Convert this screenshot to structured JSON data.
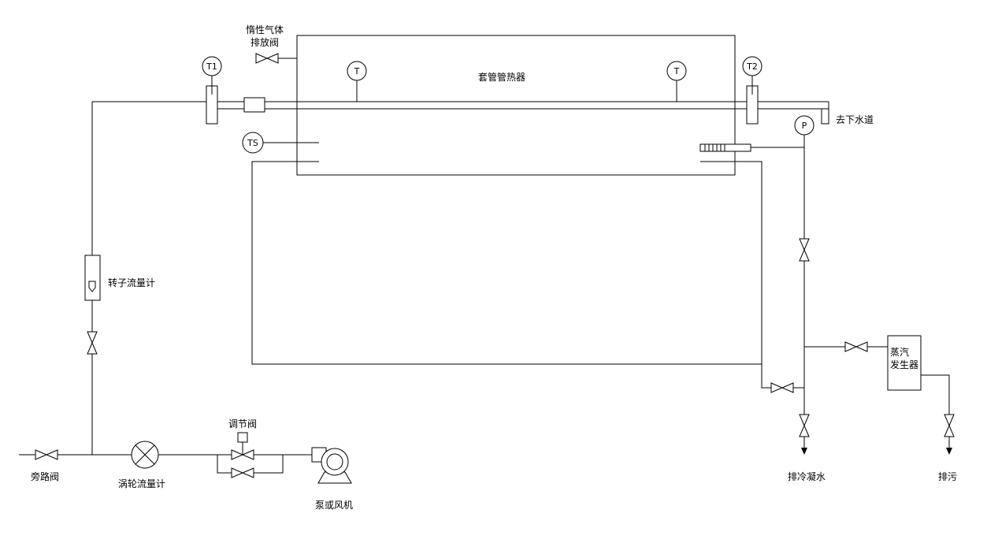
{
  "labels": {
    "inert_gas_valve_line1": "惰性气体",
    "inert_gas_valve_line2": "排放阀",
    "heat_exchanger": "套管管热器",
    "to_sewer": "去下水道",
    "rotameter": "转子流量计",
    "control_valve": "调节阀",
    "bypass_valve": "旁路阀",
    "turbine_flowmeter": "涡轮流量计",
    "pump_or_fan": "泵或风机",
    "steam_gen_line1": "蒸汽",
    "steam_gen_line2": "发生器",
    "drain_condensate": "排冷凝水",
    "blowdown": "排污"
  },
  "instruments": {
    "t1": "T1",
    "t2": "T2",
    "t_a": "T",
    "t_b": "T",
    "ts": "TS",
    "p": "P"
  }
}
